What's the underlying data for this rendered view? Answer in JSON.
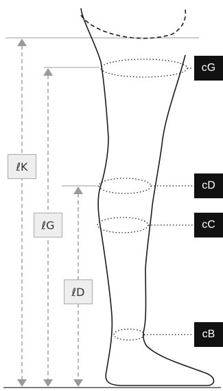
{
  "length_labels": {
    "lK": "ℓK",
    "lG": "ℓG",
    "lD": "ℓD"
  },
  "circumference_labels": {
    "cG": "cG",
    "cD": "cD",
    "cC": "cC",
    "cB": "cB"
  },
  "colors": {
    "outline": "#1a1a1a",
    "dimension": "#9a9a9a",
    "label_fill": "#eeeeee",
    "box_fill": "#111111"
  }
}
